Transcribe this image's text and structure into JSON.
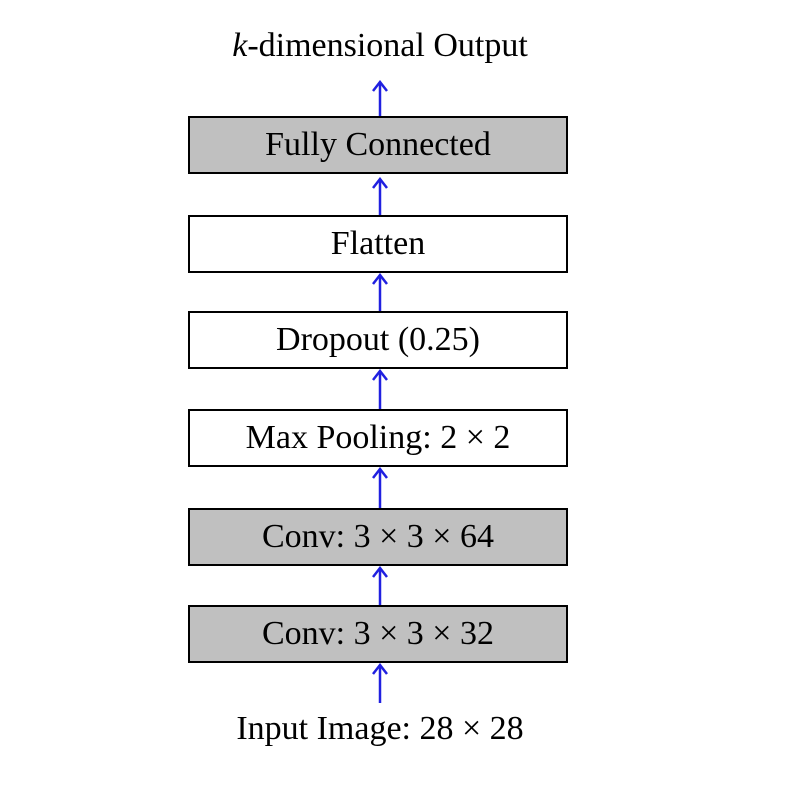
{
  "diagram": {
    "output_label_prefix": "k",
    "output_label_rest": "-dimensional Output",
    "input_label": "Input Image: 28 × 28",
    "layers": [
      {
        "label": "Fully Connected",
        "fill": "#c0c0c0"
      },
      {
        "label": "Flatten",
        "fill": "#ffffff"
      },
      {
        "label": "Dropout (0.25)",
        "fill": "#ffffff"
      },
      {
        "label": "Max Pooling: 2 × 2",
        "fill": "#ffffff"
      },
      {
        "label": "Conv: 3 × 3 × 64",
        "fill": "#c0c0c0"
      },
      {
        "label": "Conv: 3 × 3 × 32",
        "fill": "#c0c0c0"
      }
    ],
    "arrow_color": "#2020e0",
    "border_color": "#000000"
  }
}
